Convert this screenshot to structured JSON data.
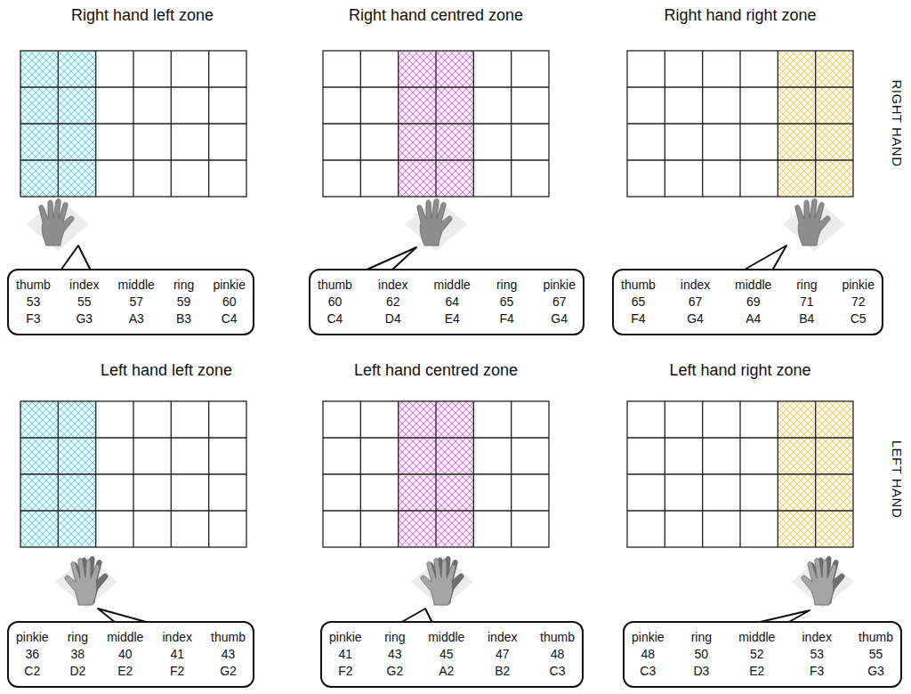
{
  "diagram": {
    "nodes": [
      {
        "text": [
          "thumb",
          "index",
          "middle",
          "ring",
          "pinkie",
          "53",
          "55",
          "57",
          "59",
          "60",
          "F3",
          "G3",
          "A3",
          "B3",
          "C4"
        ]
      },
      {
        "text": [
          "thumb",
          "index",
          "middle",
          "ring",
          "pinkie",
          "60",
          "62",
          "64",
          "65",
          "67",
          "C4",
          "D4",
          "E4",
          "F4",
          "G4"
        ]
      },
      {
        "text": [
          "thumb",
          "index",
          "middle",
          "ring",
          "pinkie",
          "65",
          "67",
          "69",
          "71",
          "72",
          "F4",
          "G4",
          "A4",
          "B4",
          "C5"
        ]
      },
      {
        "text": [
          "pinkie",
          "ring",
          "middle",
          "index",
          "thumb",
          "36",
          "38",
          "40",
          "41",
          "43",
          "C2",
          "D2",
          "E2",
          "F2",
          "G2"
        ]
      },
      {
        "text": [
          "pinkie",
          "ring",
          "middle",
          "index",
          "thumb",
          "41",
          "43",
          "45",
          "47",
          "48",
          "F2",
          "G2",
          "A2",
          "B2",
          "C3"
        ]
      },
      {
        "text": [
          "pinkie",
          "ring",
          "middle",
          "index",
          "thumb",
          "48",
          "50",
          "52",
          "53",
          "55",
          "C3",
          "D3",
          "E2",
          "F3",
          "G3"
        ]
      }
    ],
    "labels": [
      "Right hand left zone",
      "Right hand centred zone",
      "Right hand right zone",
      "RIGHT HAND",
      "Left hand left zone",
      "Left hand centred zone",
      "Left hand right zone",
      "LEFT HAND"
    ]
  }
}
